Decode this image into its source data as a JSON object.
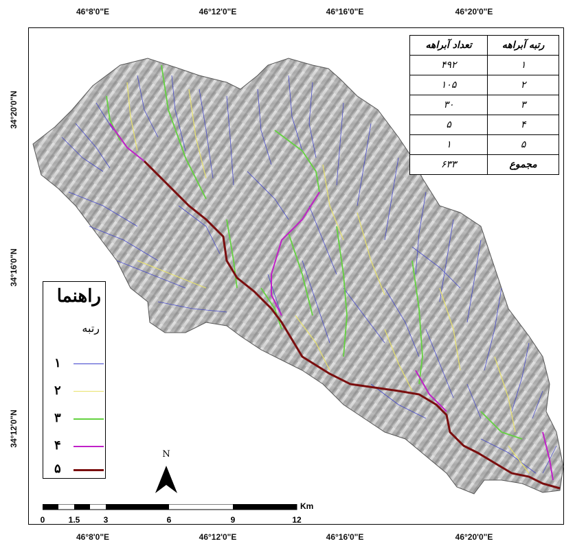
{
  "graticule": {
    "top": [
      "46°8'0\"E",
      "46°12'0\"E",
      "46°16'0\"E",
      "46°20'0\"E"
    ],
    "bottom": [
      "46°8'0\"E",
      "46°12'0\"E",
      "46°16'0\"E",
      "46°20'0\"E"
    ],
    "left": [
      "34°20'0\"N",
      "34°16'0\"N",
      "34°12'0\"N"
    ]
  },
  "table": {
    "header_order": "رتبه آبراهه",
    "header_count": "تعداد آبراهه",
    "rows": [
      {
        "order": "۱",
        "count": "۴۹۲"
      },
      {
        "order": "۲",
        "count": "۱۰۵"
      },
      {
        "order": "۳",
        "count": "۳۰"
      },
      {
        "order": "۴",
        "count": "۵"
      },
      {
        "order": "۵",
        "count": "۱"
      }
    ],
    "total_label": "مجموع",
    "total_value": "۶۳۳"
  },
  "legend": {
    "title": "راهنما",
    "subtitle": "رتبه",
    "items": [
      {
        "label": "۱",
        "color": "#3b3fcc"
      },
      {
        "label": "۲",
        "color": "#e8e26a"
      },
      {
        "label": "۳",
        "color": "#63d23f"
      },
      {
        "label": "۴",
        "color": "#c020c8"
      },
      {
        "label": "۵",
        "color": "#7a0e0e"
      }
    ]
  },
  "north_arrow": {
    "label": "N"
  },
  "scalebar": {
    "unit": "Km",
    "labels": [
      "0",
      "1.5",
      "3",
      "6",
      "9",
      "12"
    ]
  }
}
